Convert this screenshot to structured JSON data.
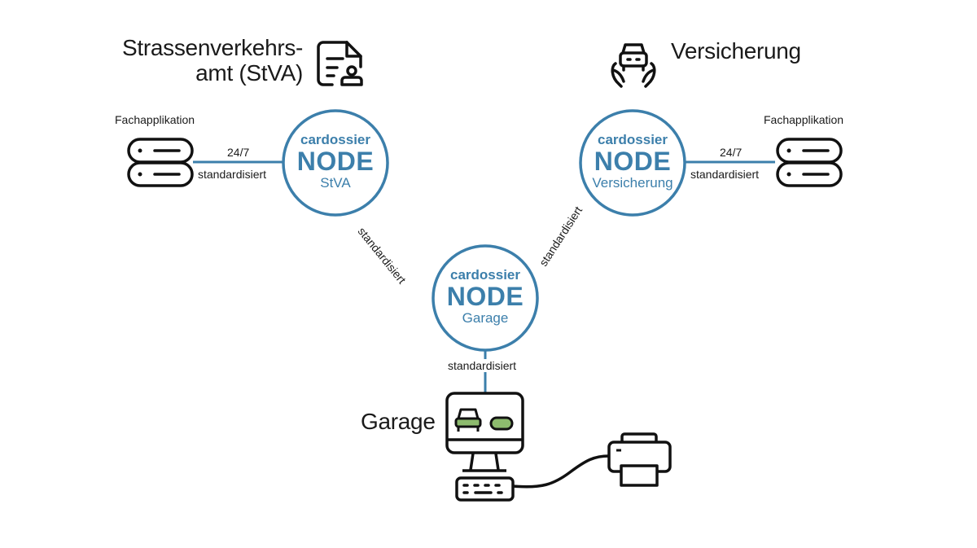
{
  "colors": {
    "node_blue": "#3c7fab",
    "icon_black": "#111111",
    "screen_green": "#8dbb6e"
  },
  "actors": {
    "stva": {
      "title_line1": "Strassenverkehrs-",
      "title_line2": "amt (StVA)",
      "icon": "document-person-icon"
    },
    "versicherung": {
      "title": "Versicherung",
      "icon": "car-in-hands-icon"
    },
    "garage": {
      "title": "Garage",
      "icon": "computer-with-printer-icon"
    }
  },
  "applications": {
    "left": {
      "label": "Fachapplikation",
      "icon": "server-icon"
    },
    "right": {
      "label": "Fachapplikation",
      "icon": "server-icon"
    }
  },
  "nodes": [
    {
      "brand": "cardossier",
      "name": "NODE",
      "sub": "StVA"
    },
    {
      "brand": "cardossier",
      "name": "NODE",
      "sub": "Versicherung"
    },
    {
      "brand": "cardossier",
      "name": "NODE",
      "sub": "Garage"
    }
  ],
  "connections": {
    "left_app_top": "24/7",
    "left_app_bottom": "standardisiert",
    "right_app_top": "24/7",
    "right_app_bottom": "standardisiert",
    "stva_garage": "standardisiert",
    "versicherung_garage": "standardisiert",
    "garage_node_computer": "standardisiert"
  }
}
